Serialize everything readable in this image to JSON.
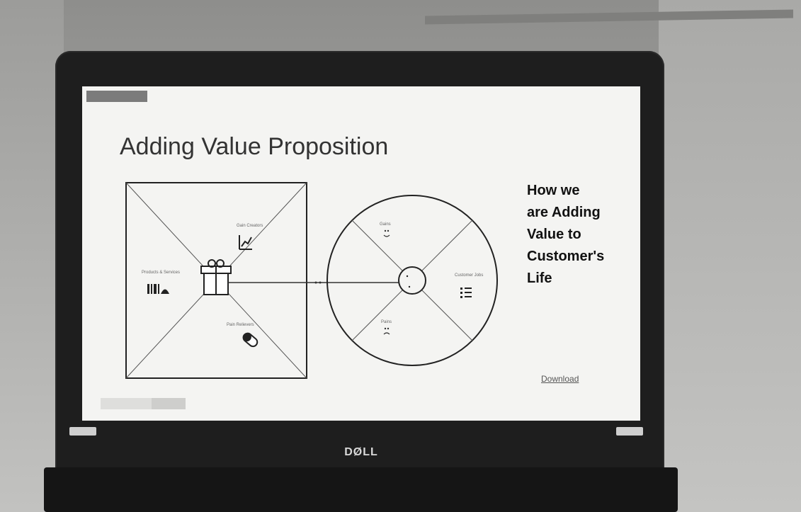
{
  "slide": {
    "title": "Adding Value Proposition",
    "caption_lines": [
      "How we",
      "are Adding",
      "Value to",
      "Customer's",
      "Life"
    ],
    "download_link": "Download",
    "badge": "",
    "brand": "DØLL"
  },
  "diagram": {
    "square_labels": {
      "top": "Gain Creators",
      "left": "Products & Services",
      "bottom": "Pain Relievers"
    },
    "circle_labels": {
      "top": "Gains",
      "right": "Customer Jobs",
      "bottom": "Pains"
    }
  }
}
